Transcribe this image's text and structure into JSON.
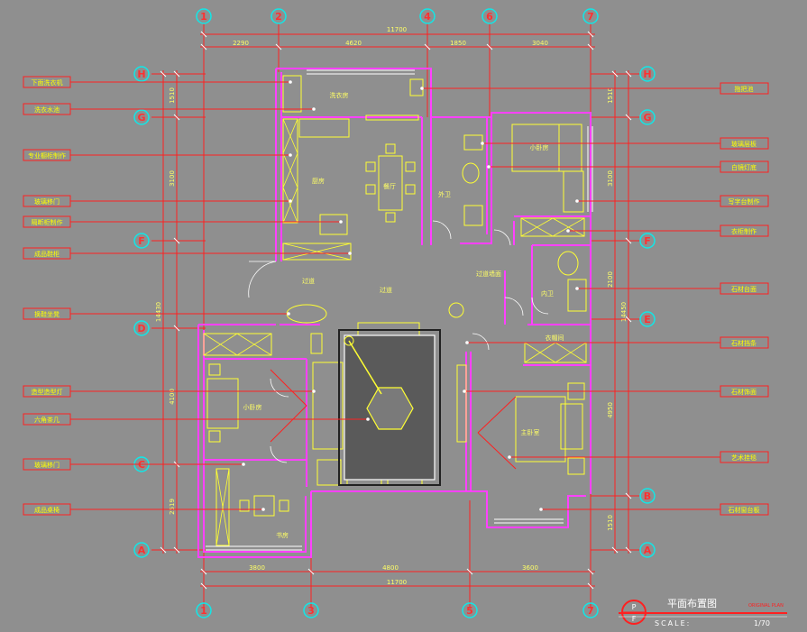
{
  "colors": {
    "background": "#8f8f8f",
    "grid_line": "#ff2020",
    "label_border": "#ff2020",
    "label_text": "#ffff00",
    "wall": "#ff40ff",
    "furniture": "#ffff33",
    "furniture_alt": "#ffffff",
    "bubble": "#10e8e8",
    "dim_text": "#ffff66"
  },
  "grid": {
    "top_axes": [
      "1",
      "2",
      "4",
      "6",
      "7"
    ],
    "bottom_axes": [
      "1",
      "3",
      "5",
      "7"
    ],
    "left_axes": [
      "H",
      "G",
      "F",
      "D",
      "C",
      "A"
    ],
    "right_axes": [
      "H",
      "G",
      "F",
      "E",
      "B",
      "A"
    ]
  },
  "dimensions": {
    "top_total": "11700",
    "top_segments": [
      "2290",
      "4620",
      "1850",
      "3040"
    ],
    "bottom_total": "11700",
    "bottom_segments": [
      "3800",
      "4800",
      "3600"
    ],
    "left_total": "14430",
    "left_segments": [
      "1510",
      "3100",
      "4100",
      "2519"
    ],
    "right_total": "14450",
    "right_segments": [
      "1510",
      "3100",
      "2100",
      "4950",
      "1510"
    ]
  },
  "callouts_left": [
    "下面洗衣机",
    "洗衣水池",
    "专业橱柜制作",
    "玻璃移门",
    "隔断柜制作",
    "成品鞋柜",
    "换鞋坐凳",
    "造型造型灯",
    "六角茶几",
    "玻璃移门",
    "成品桌椅"
  ],
  "callouts_right": [
    "拖把池",
    "玻璃层板",
    "白镜灯底",
    "写字台制作",
    "衣柜制作",
    "石材台面",
    "石材挡条",
    "石材饰面",
    "艺术挂毯",
    "石材窗台板"
  ],
  "rooms": {
    "laundry": "洗衣房",
    "kitchen": "厨房",
    "dining": "餐厅",
    "guest_bath": "外卫",
    "small_bedroom_top": "小卧房",
    "corridor": "过道",
    "living": "过道",
    "hall": "过道墙面",
    "inner_bath": "内卫",
    "wardrobe": "衣帽间",
    "small_bedroom_left": "小卧房",
    "master_bedroom": "主卧室",
    "study": "书房"
  },
  "title_block": {
    "badge_top": "P",
    "badge_bottom": "F",
    "title": "平面布置图",
    "title_en": "ORIGINAL PLAN",
    "scale_label": "SCALE:",
    "scale_value": "1/70"
  }
}
